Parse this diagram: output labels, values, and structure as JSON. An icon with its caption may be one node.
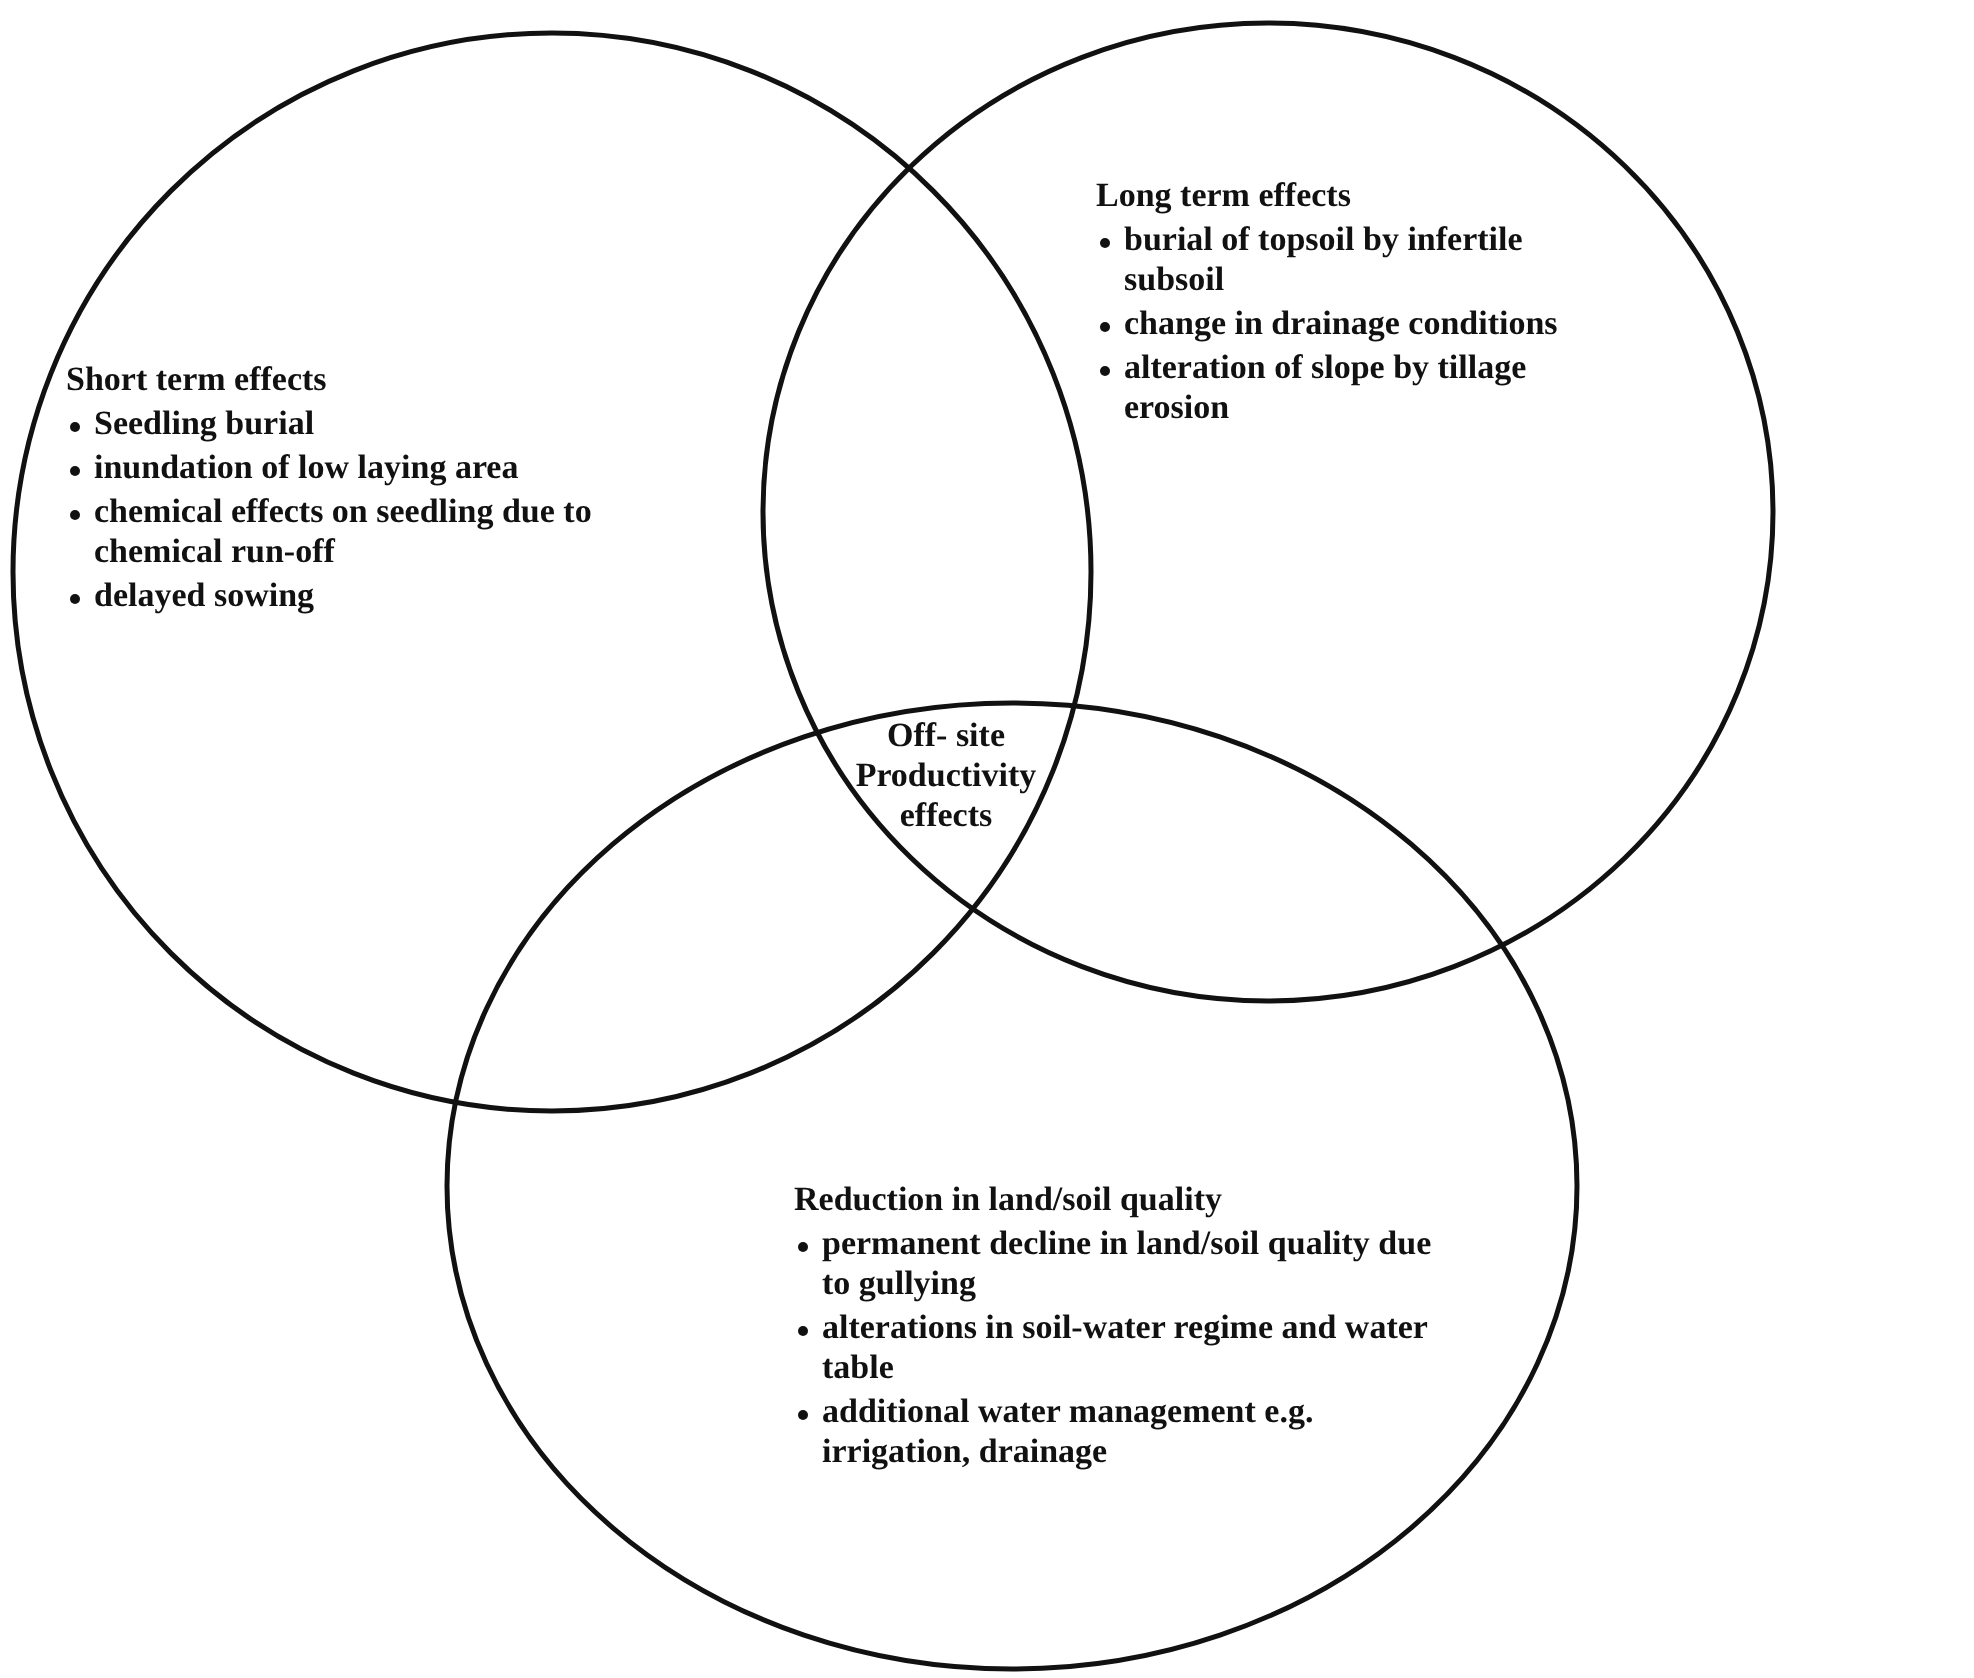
{
  "diagram": {
    "nodes": [
      {
        "text": [
          "Short term effects",
          "Seedling burial",
          "inundation of low laying area",
          "chemical effects on seedling due to chemical run-off",
          "delayed sowing"
        ]
      },
      {
        "text": [
          "Long term effects",
          "burial of topsoil by infertile subsoil",
          "change in drainage conditions",
          "alteration of slope by tillage erosion"
        ]
      },
      {
        "text": [
          "Reduction in land/soil quality",
          "permanent decline in land/soil quality due to gullying",
          "alterations in soil-water regime and water table",
          "additional water management e.g. irrigation, drainage"
        ]
      }
    ],
    "labels": [
      "Off- site Productivity effects"
    ]
  }
}
